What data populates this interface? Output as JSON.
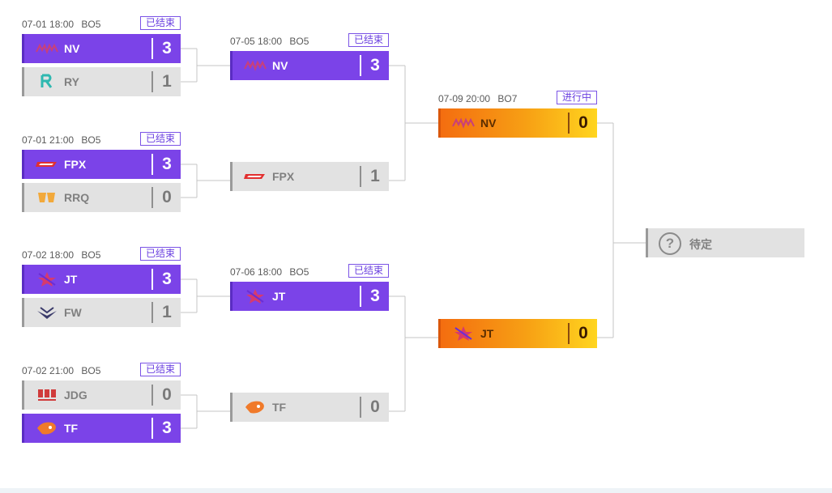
{
  "colors": {
    "winner_bg": "#7b43e8",
    "loser_bg": "#e2e2e2",
    "live_gradient_start": "#f46d10",
    "live_gradient_end": "#ffd51f",
    "status_border": "#7b54e6",
    "connector": "#c4c4c4"
  },
  "round1": [
    {
      "time": "07-01 18:00",
      "format": "BO5",
      "status": "已结束",
      "teams": [
        {
          "name": "NV",
          "score": "3",
          "state": "win",
          "logo": "nv-logo-icon"
        },
        {
          "name": "RY",
          "score": "1",
          "state": "lose",
          "logo": "ry-logo-icon"
        }
      ]
    },
    {
      "time": "07-01 21:00",
      "format": "BO5",
      "status": "已结束",
      "teams": [
        {
          "name": "FPX",
          "score": "3",
          "state": "win",
          "logo": "fpx-logo-icon"
        },
        {
          "name": "RRQ",
          "score": "0",
          "state": "lose",
          "logo": "rrq-logo-icon"
        }
      ]
    },
    {
      "time": "07-02 18:00",
      "format": "BO5",
      "status": "已结束",
      "teams": [
        {
          "name": "JT",
          "score": "3",
          "state": "win",
          "logo": "jt-logo-icon"
        },
        {
          "name": "FW",
          "score": "1",
          "state": "lose",
          "logo": "fw-logo-icon"
        }
      ]
    },
    {
      "time": "07-02 21:00",
      "format": "BO5",
      "status": "已结束",
      "teams": [
        {
          "name": "JDG",
          "score": "0",
          "state": "lose",
          "logo": "jdg-logo-icon"
        },
        {
          "name": "TF",
          "score": "3",
          "state": "win",
          "logo": "tf-logo-icon"
        }
      ]
    }
  ],
  "round2": [
    {
      "time": "07-05 18:00",
      "format": "BO5",
      "status": "已结束",
      "teams": [
        {
          "name": "NV",
          "score": "3",
          "state": "win",
          "logo": "nv-logo-icon"
        },
        {
          "name": "FPX",
          "score": "1",
          "state": "lose",
          "logo": "fpx-logo-icon"
        }
      ]
    },
    {
      "time": "07-06 18:00",
      "format": "BO5",
      "status": "已结束",
      "teams": [
        {
          "name": "JT",
          "score": "3",
          "state": "win",
          "logo": "jt-logo-icon"
        },
        {
          "name": "TF",
          "score": "0",
          "state": "lose",
          "logo": "tf-logo-icon"
        }
      ]
    }
  ],
  "round3": [
    {
      "time": "07-09 20:00",
      "format": "BO7",
      "status": "进行中",
      "teams": [
        {
          "name": "NV",
          "score": "0",
          "state": "live",
          "logo": "nv-logo-icon"
        },
        {
          "name": "JT",
          "score": "0",
          "state": "live",
          "logo": "jt-logo-icon"
        }
      ]
    }
  ],
  "final": {
    "label": "待定",
    "icon": "question-circle-icon"
  }
}
